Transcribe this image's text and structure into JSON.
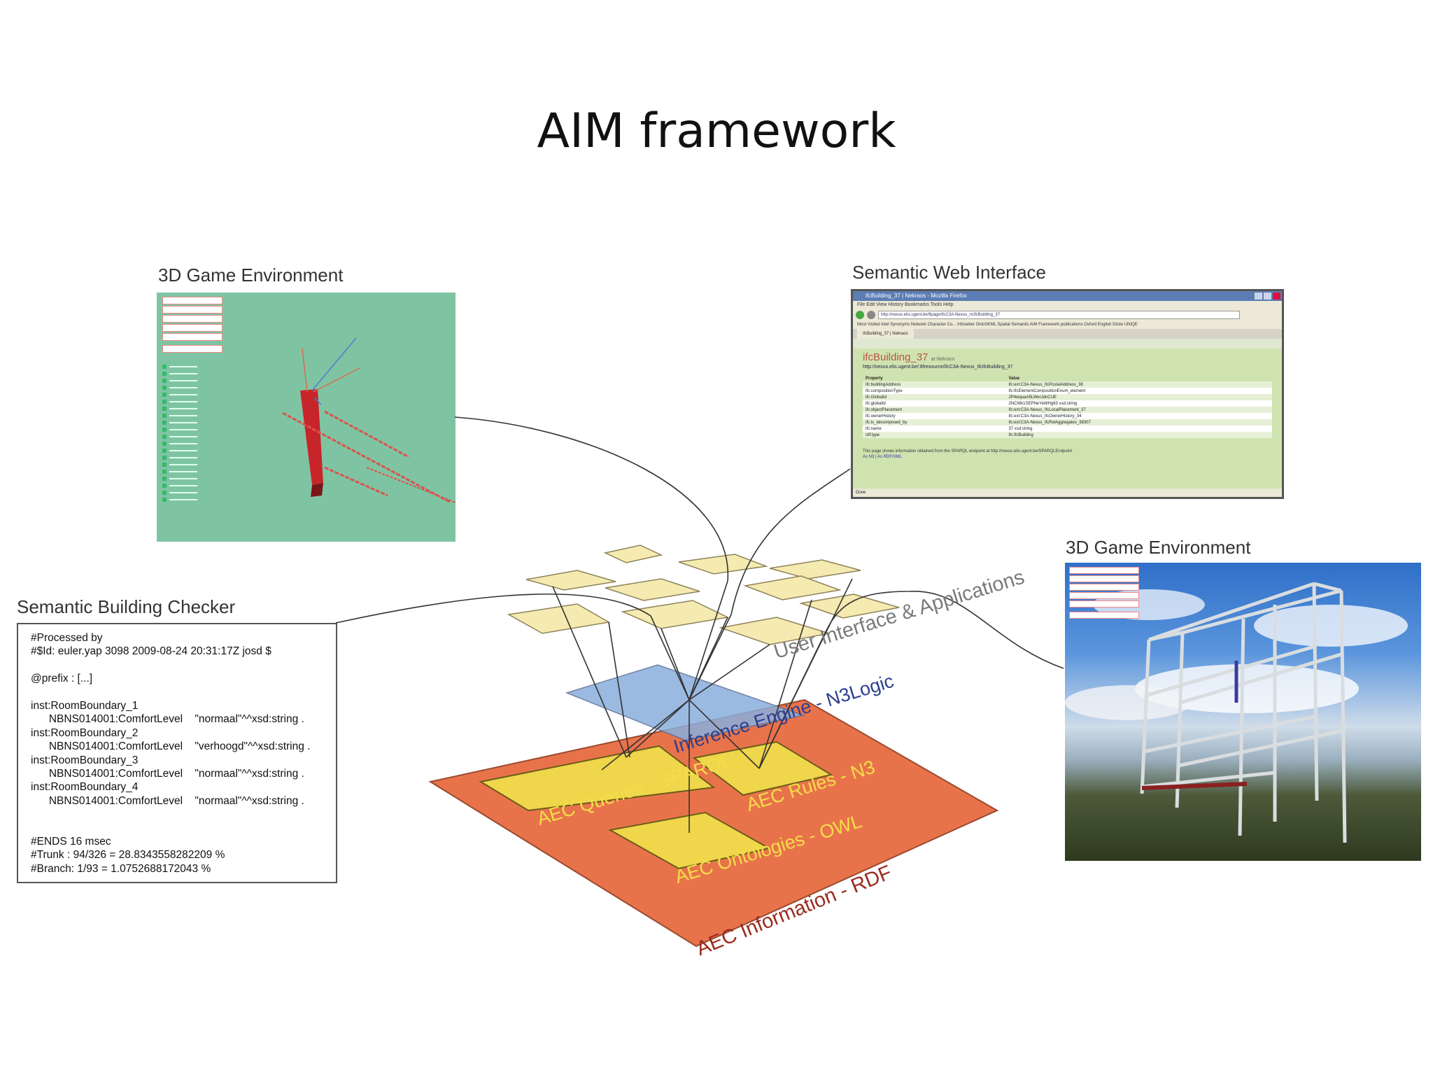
{
  "slide": {
    "title": "AIM framework"
  },
  "panels": {
    "game_top": {
      "label": "3D Game Environment"
    },
    "web": {
      "label": "Semantic Web Interface"
    },
    "game_right": {
      "label": "3D Game Environment"
    },
    "checker": {
      "label": "Semantic Building Checker"
    }
  },
  "checker_lines": [
    "#Processed by",
    "#$Id: euler.yap 3098 2009-08-24 20:31:17Z josd $",
    "",
    "@prefix : [...]",
    "",
    "inst:RoomBoundary_1",
    "      NBNS014001:ComfortLevel    \"normaal\"^^xsd:string .",
    "inst:RoomBoundary_2",
    "      NBNS014001:ComfortLevel    \"verhoogd\"^^xsd:string .",
    "inst:RoomBoundary_3",
    "      NBNS014001:ComfortLevel    \"normaal\"^^xsd:string .",
    "inst:RoomBoundary_4",
    "      NBNS014001:ComfortLevel    \"normaal\"^^xsd:string .",
    "",
    "",
    "#ENDS 16 msec",
    "#Trunk : 94/326 = 28.8343558282209 %",
    "#Branch: 1/93 = 1.0752688172043 %"
  ],
  "layers": {
    "ui": "User Interface & Applications",
    "inference": "Inference Engine - N3Logic",
    "queries": "AEC Queries - SPARQL",
    "rules": "AEC Rules - N3",
    "ontologies": "AEC Ontologies - OWL",
    "information": "AEC Information - RDF"
  },
  "browser": {
    "window_title": "ifcBuilding_37 | Nekraos - Mozilla Firefox",
    "menu": "File  Edit  View  History  Bookmarks  Tools  Help",
    "address": "http://nexus.elis.ugent.be/flpage/ifcC3A-Nexus_ricifcBuilding_37",
    "bookmarks": "Most Visited   Intel   Synonyms   Network Character Co...   Infosetter   OntoSKML   Spatial Semantic   AIM Framework   publications   Oxford English Dictio   UNIQE",
    "tab": "ifcBuilding_37 | Nekraos",
    "resource_title": "ifcBuilding_37",
    "resource_sub": "at Nekraos",
    "uri": "http://nexus.elis.ugent.be/:8fresource/ifcC3A-Nexus_IfcifcBuilding_37",
    "col_property": "Property",
    "col_value": "Value",
    "rows": [
      [
        "ifc:buildingAddress",
        "ifc:ext:C3A-Nexus_IfcPostalAddress_38"
      ],
      [
        "ifc:compositionType",
        "ifc:IfcElementCompositionEnum_element"
      ],
      [
        "ifc:GlobalId",
        "2P4wquaA5LWerJdnCUE"
      ],
      [
        "ifc:globalId",
        "2NCWk1SEPNeYeWHg63 xsd:string"
      ],
      [
        "ifc:objectPlacement",
        "ifc:ext:C3A-Nexus_IfcLocalPlacement_37"
      ],
      [
        "ifc:ownerHistory",
        "ifc:ext:C3A-Nexus_IfcOwnerHistory_34"
      ],
      [
        "ifc:is_decomposed_by",
        "ifc:ext:C3A-Nexus_IfcRelAggregates_38307"
      ],
      [
        "ifc:name",
        "37 xsd:string"
      ],
      [
        "rdf:type",
        "ifc:IfcBuilding"
      ]
    ],
    "footer": "This page shows information obtained from the SPARQL endpoint at http://nexus.elis.ugent.be/SPARQLEndpoint",
    "footer2": "As N3 | As RDF/XML",
    "status": "Done"
  },
  "colors": {
    "orange_layer": "#e8734a",
    "yellow_module": "#efd64a",
    "blue_layer": "#8aaedd",
    "ui_tile": "#f5eab0",
    "game_bg": "#7fc4a2"
  }
}
